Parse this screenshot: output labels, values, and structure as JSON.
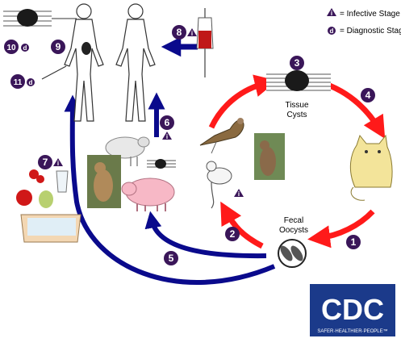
{
  "legend": {
    "infective_letter": "i",
    "infective_text": "= Infective Stage",
    "diagnostic_letter": "d",
    "diagnostic_text": "= Diagnostic Stage"
  },
  "steps": {
    "s1": "1",
    "s2": "2",
    "s3": "3",
    "s4": "4",
    "s5": "5",
    "s6": "6",
    "s7": "7",
    "s8": "8",
    "s9": "9",
    "s10": "10",
    "s11": "11"
  },
  "stage_labels": {
    "infective": "i",
    "diagnostic": "d"
  },
  "labels": {
    "tissue_cysts_line1": "Tissue",
    "tissue_cysts_line2": "Cysts",
    "fecal_oocysts_line1": "Fecal",
    "fecal_oocysts_line2": "Oocysts"
  },
  "logo": {
    "text": "CDC",
    "tagline": "SAFER·HEALTHIER·PEOPLE™"
  },
  "colors": {
    "step_circle": "#3a1659",
    "cycle_arrow_red": "#ff1a1a",
    "human_arrow_blue": "#0a0a8c",
    "logo_blue": "#1b3a8a"
  }
}
